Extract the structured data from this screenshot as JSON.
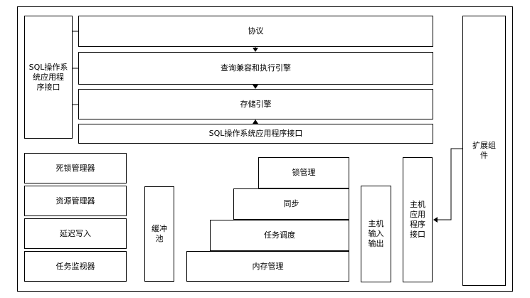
{
  "diagram": {
    "left_interface": "SQL操作系\n统应用程\n序接口",
    "layers": {
      "protocol": "协议",
      "query": "查询兼容和执行引擎",
      "storage": "存储引擎",
      "os_interface": "SQL操作系统应用程序接口"
    },
    "extension": "扩展组\n件",
    "managers": {
      "deadlock": "死锁管理器",
      "resource": "资源管理器",
      "lazy_write": "延迟写入",
      "task_monitor": "任务监视器"
    },
    "buffer_pool": "缓冲\n池",
    "stairs": {
      "lock": "锁管理",
      "sync": "同步",
      "task_sched": "任务调度",
      "memory": "内存管理"
    },
    "host_io": "主机\n输入\n输出",
    "host_api": "主机\n应用\n程序\n接口"
  }
}
